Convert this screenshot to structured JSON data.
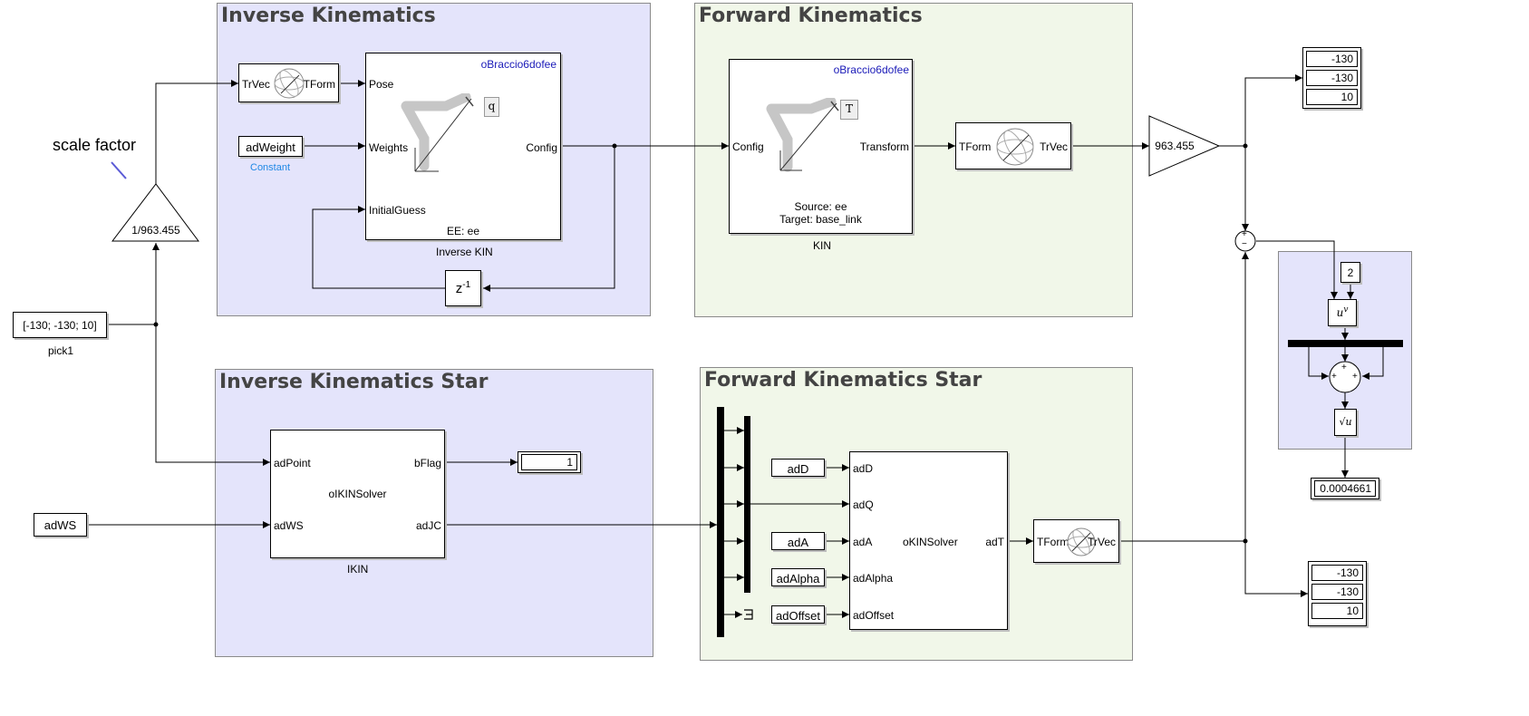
{
  "areas": {
    "ik": "Inverse Kinematics",
    "fk": "Forward Kinematics",
    "iks": "Inverse Kinematics Star",
    "fks": "Forward Kinematics Star"
  },
  "scale": {
    "annotation": "scale factor",
    "gain_in": "1/963.455",
    "gain_out": "963.455"
  },
  "pick": {
    "value": "[-130; -130; 10]",
    "name": "pick1"
  },
  "ik_block": {
    "trvec_in": "TrVec",
    "tform_out": "TForm",
    "weight_const": "adWeight",
    "weight_label": "Constant",
    "robot": "oBraccio6dofee",
    "port_pose": "Pose",
    "port_weights": "Weights",
    "port_guess": "InitialGuess",
    "port_config": "Config",
    "ee": "EE: ee",
    "name": "Inverse KIN",
    "q_symbol": "q",
    "delay": "z",
    "delay_exp": "-1"
  },
  "fk_block": {
    "robot": "oBraccio6dofee",
    "port_config": "Config",
    "port_transform": "Transform",
    "source": "Source: ee",
    "target": "Target: base_link",
    "name": "KIN",
    "t_symbol": "T",
    "tform_in": "TForm",
    "trvec_out": "TrVec"
  },
  "display_top": [
    "-130",
    "-130",
    "10"
  ],
  "display_bottom": [
    "-130",
    "-130",
    "10"
  ],
  "display_flag": "1",
  "display_norm": "0.0004661",
  "norm_calc": {
    "sum_plus": "+",
    "sum_minus": "−",
    "power_const": "2",
    "power_label": "u",
    "power_exp": "v",
    "sqrt_label": "√u"
  },
  "iks_block": {
    "in_const": "adWS",
    "port_point": "adPoint",
    "port_ws": "adWS",
    "port_flag": "bFlag",
    "port_jc": "adJC",
    "solver": "oIKINSolver",
    "name": "IKIN"
  },
  "fks_block": {
    "c_d": "adD",
    "c_a": "adA",
    "c_alpha": "adAlpha",
    "c_offset": "adOffset",
    "port_d": "adD",
    "port_q": "adQ",
    "port_a": "adA",
    "port_alpha": "adAlpha",
    "port_offset": "adOffset",
    "port_t": "adT",
    "solver": "oKINSolver",
    "tform_in": "TForm",
    "trvec_out": "TrVec"
  },
  "colors": {
    "ik_area": "#e4e4fb",
    "fk_area": "#f1f7e9",
    "robot_name": "#1a1ab8",
    "constant_label": "#1e88e5"
  },
  "icons": [
    "robot-arm-icon",
    "coordinate-transform-icon"
  ]
}
